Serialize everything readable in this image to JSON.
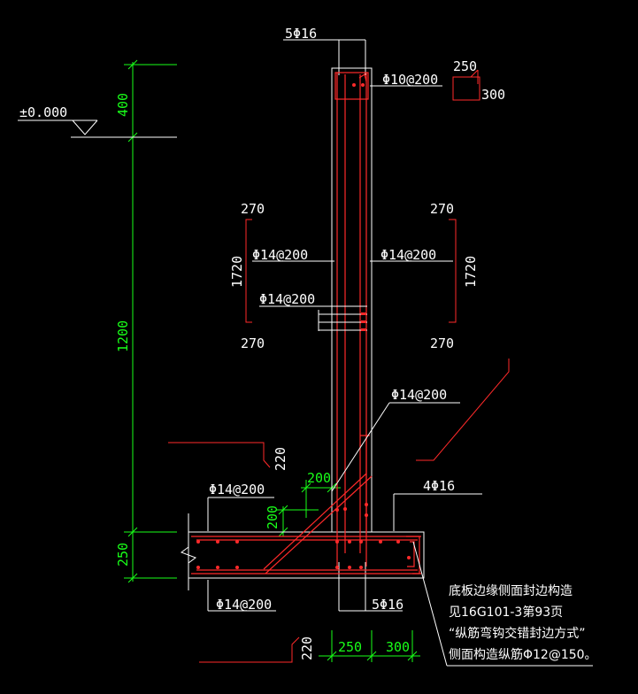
{
  "labels": {
    "top_bars": "5Φ16",
    "stirrup_top": "Φ10@200",
    "beam_w": "250",
    "beam_h": "300",
    "elev": "±0.000",
    "left_side_rebar": "Φ14@200",
    "right_side_rebar": "Φ14@200",
    "left_270_top": "270",
    "left_270_bot": "270",
    "left_1720": "1720",
    "right_270_top": "270",
    "right_270_bot": "270",
    "right_1720": "1720",
    "inner_rebar": "Φ14@200",
    "diag_rebar": "Φ14@200",
    "slab_top_rebar": "Φ14@200",
    "slab_bot_rebar": "Φ14@200",
    "corner_bars": "4Φ16",
    "bottom_bars": "5Φ16",
    "left_220": "220",
    "bottom_220": "220"
  },
  "dims": {
    "d400": "400",
    "d1200": "1200",
    "d250": "250",
    "d200a": "200",
    "d200b": "200",
    "b250": "250",
    "b300": "300"
  },
  "note": {
    "line1": "底板边缘侧面封边构造",
    "line2": "见16G101-3第93页",
    "line3": "“纵筋弯钩交错封边方式”",
    "line4": "侧面构造纵筋Φ12@150。"
  }
}
